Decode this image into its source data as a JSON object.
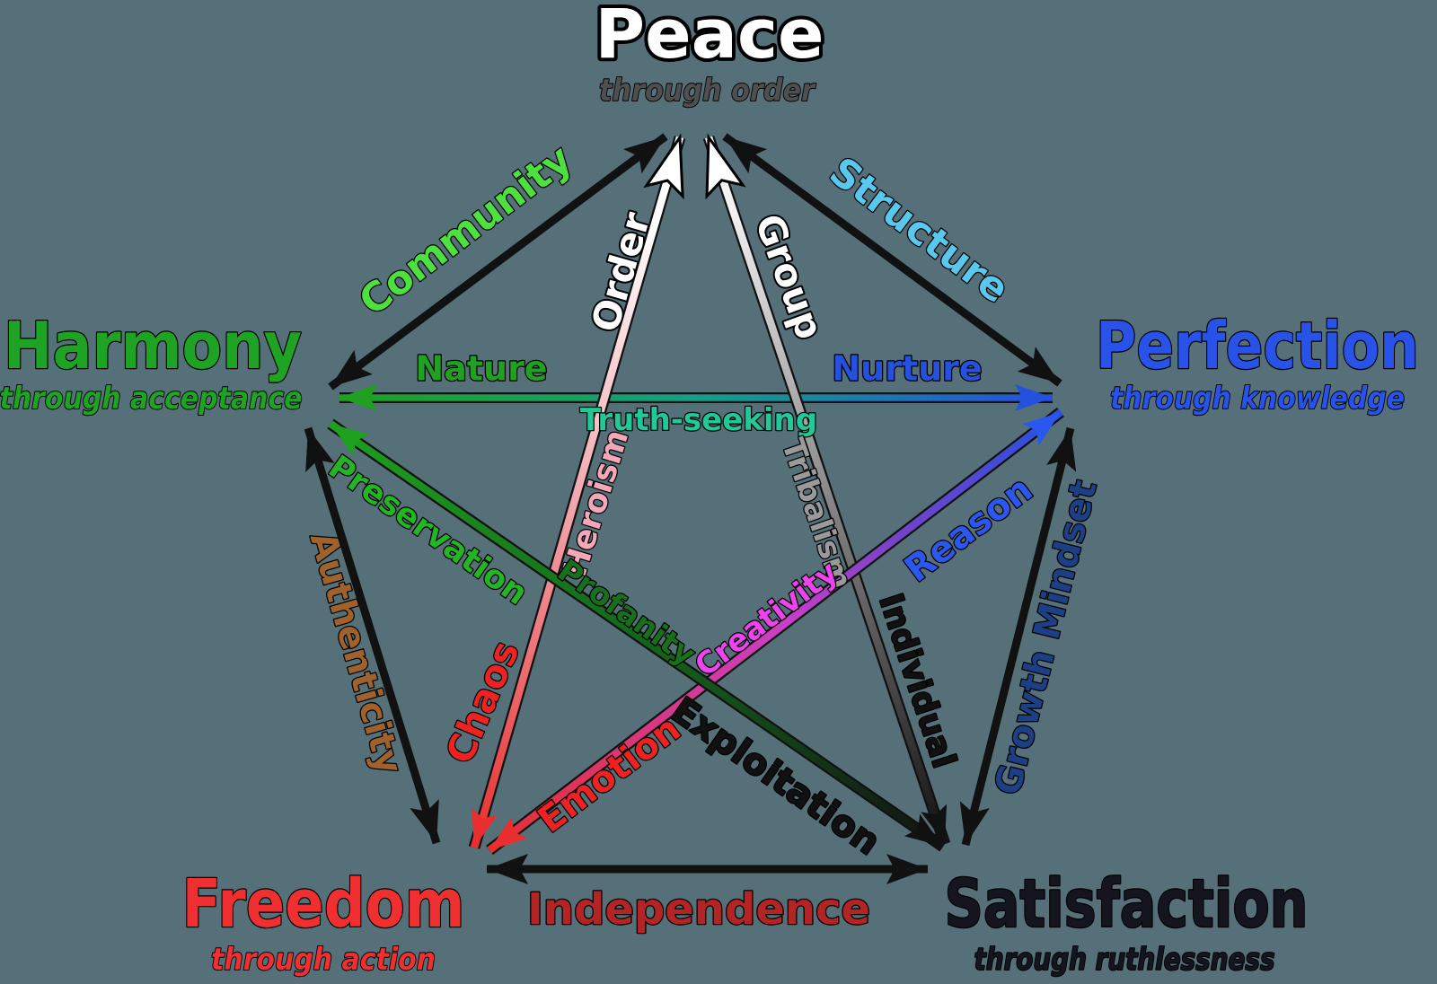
{
  "title": "Values pentagram diagram",
  "nodes": {
    "peace": {
      "label": "Peace",
      "subtitle": "through order",
      "color": "#ffffff",
      "subtitle_color": "#4f4f4f"
    },
    "harmony": {
      "label": "Harmony",
      "subtitle": "through acceptance",
      "color": "#1fa324",
      "subtitle_color": "#1fa324"
    },
    "perfection": {
      "label": "Perfection",
      "subtitle": "through knowledge",
      "color": "#2953e8",
      "subtitle_color": "#2953e8"
    },
    "freedom": {
      "label": "Freedom",
      "subtitle": "through action",
      "color": "#f03030",
      "subtitle_color": "#f03030"
    },
    "satisfaction": {
      "label": "Satisfaction",
      "subtitle": "through ruthlessness",
      "color": "#15151f",
      "subtitle_color": "#15151f"
    }
  },
  "edge_labels": {
    "community": {
      "text": "Community",
      "color": "#4ce13f"
    },
    "structure": {
      "text": "Structure",
      "color": "#59c8ee"
    },
    "authenticity": {
      "text": "Authenticity",
      "color": "#a0622d"
    },
    "growth_mindset": {
      "text": "Growth Mindset",
      "color": "#1d3f86"
    },
    "independence": {
      "text": "Independence",
      "color": "#b32424"
    },
    "nature": {
      "text": "Nature",
      "color": "#21a121"
    },
    "nurture": {
      "text": "Nurture",
      "color": "#2451de"
    },
    "truth_seeking": {
      "text": "Truth-seeking",
      "color": "#1fc998"
    },
    "order": {
      "text": "Order",
      "color": "#ffffff"
    },
    "group": {
      "text": "Group",
      "color": "#ffffff"
    },
    "chaos": {
      "text": "Chaos",
      "color": "#ee2222"
    },
    "heroism": {
      "text": "Heroism",
      "color": "#f4a7b8"
    },
    "emotion": {
      "text": "Emotion",
      "color": "#ee2222"
    },
    "creativity": {
      "text": "Creativity",
      "color": "#ee44ee"
    },
    "reason": {
      "text": "Reason",
      "color": "#2b57ee"
    },
    "preservation": {
      "text": "Preservation",
      "color": "#23b523"
    },
    "profanity": {
      "text": "Profanity",
      "color": "#19701c"
    },
    "exploitation": {
      "text": "Exploitation",
      "color": "#111111"
    },
    "tribalism": {
      "text": "Tribalism",
      "color": "#9a9a9a"
    },
    "individual": {
      "text": "Individual",
      "color": "#111111"
    }
  },
  "edges": [
    {
      "from": "peace",
      "to": "harmony",
      "label": "Community"
    },
    {
      "from": "peace",
      "to": "perfection",
      "label": "Structure"
    },
    {
      "from": "harmony",
      "to": "freedom",
      "label": "Authenticity"
    },
    {
      "from": "perfection",
      "to": "satisfaction",
      "label": "Growth Mindset"
    },
    {
      "from": "freedom",
      "to": "satisfaction",
      "label": "Independence"
    },
    {
      "from": "harmony",
      "to": "perfection",
      "labels": [
        "Nature",
        "Truth-seeking",
        "Nurture"
      ]
    },
    {
      "from": "freedom",
      "to": "peace",
      "labels": [
        "Chaos",
        "Heroism",
        "Order"
      ]
    },
    {
      "from": "satisfaction",
      "to": "peace",
      "labels": [
        "Individual",
        "Tribalism",
        "Group"
      ]
    },
    {
      "from": "freedom",
      "to": "perfection",
      "labels": [
        "Emotion",
        "Creativity",
        "Reason"
      ]
    },
    {
      "from": "harmony",
      "to": "satisfaction",
      "labels": [
        "Preservation",
        "Profanity",
        "Exploitation"
      ]
    }
  ],
  "palette": {
    "green": "#1ea11e",
    "blue": "#2451de",
    "red": "#e82e2e",
    "black": "#111111",
    "white": "#ffffff",
    "teal": "#159f86",
    "pink": "#f2aab2",
    "gray": "#8a8a8a",
    "lightgray": "#f2f2f2",
    "magenta": "#c840c8",
    "purple": "#7a42c8",
    "darkgreen": "#14601c",
    "reasonblue": "#2b57ee",
    "background": "#557078"
  }
}
